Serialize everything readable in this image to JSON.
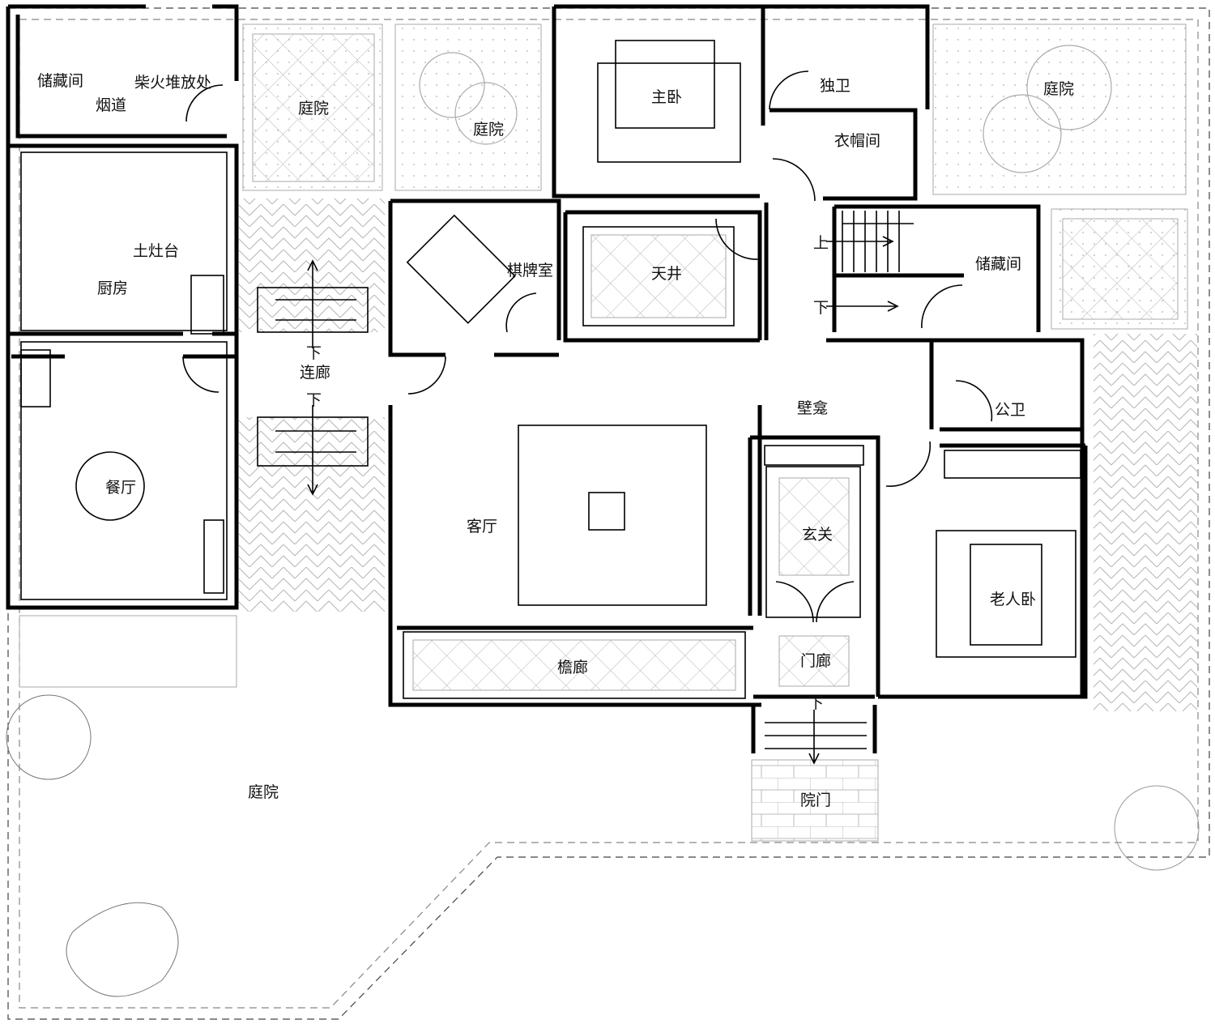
{
  "rooms": {
    "storage_nw": "储藏间",
    "firewood": "柴火堆放处",
    "flue": "烟道",
    "earth_stove": "土灶台",
    "kitchen": "厨房",
    "dining": "餐厅",
    "courtyard_a": "庭院",
    "courtyard_b": "庭院",
    "courtyard_c": "庭院",
    "courtyard_main": "庭院",
    "master_bed": "主卧",
    "private_bath": "独卫",
    "cloakroom": "衣帽间",
    "chess_room": "棋牌室",
    "light_well": "天井",
    "storage_e": "储藏间",
    "corridor": "连廊",
    "living": "客厅",
    "niche": "壁龛",
    "foyer": "玄关",
    "public_bath": "公卫",
    "elder_bed": "老人卧",
    "veranda": "檐廊",
    "porch": "门廊",
    "yard_gate": "院门"
  },
  "stairs": {
    "up": "上",
    "down": "下",
    "corridor_down_top": "下",
    "corridor_down_bottom": "下",
    "porch_down": "下"
  }
}
